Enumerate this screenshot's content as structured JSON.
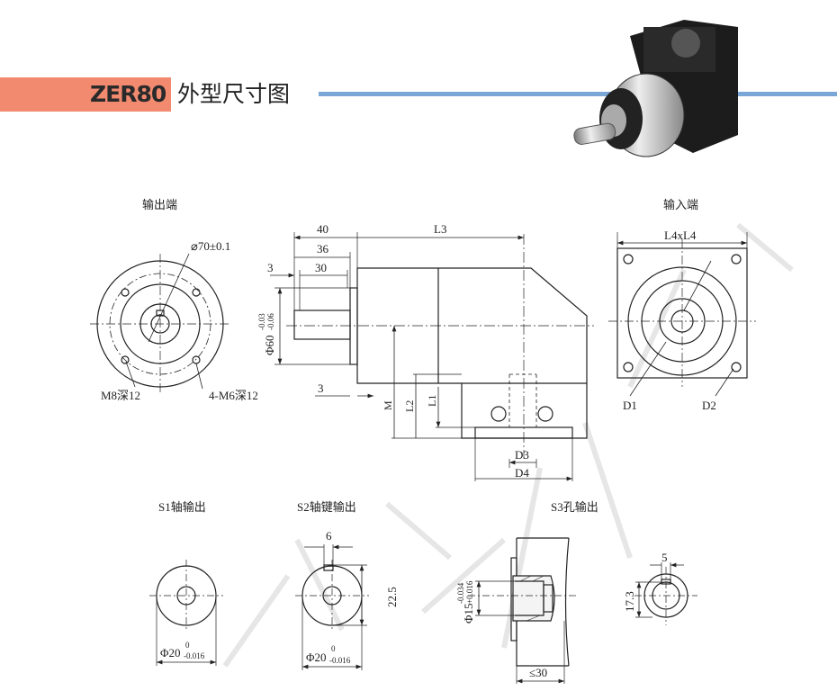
{
  "header": {
    "model": "ZER80",
    "title": "外型尺寸图",
    "accent_color": "#f28a70",
    "rule_color": "#7aa6d8"
  },
  "views": {
    "output_end": {
      "label": "输出端",
      "bolt_circle": "⌀70±0.1",
      "thread_left": "M8深12",
      "thread_right": "4-M6深12"
    },
    "side": {
      "d40": "40",
      "d36": "36",
      "d30": "30",
      "d3_top": "3",
      "d3_bottom": "3",
      "L3": "L3",
      "phi60": "Φ60",
      "phi60_tol_upper": "-0.03",
      "phi60_tol_lower": "-0.06",
      "M": "M",
      "L2": "L2",
      "L1": "L1",
      "D3": "D3",
      "D4": "D4"
    },
    "input_end": {
      "label": "输入端",
      "square": "L4xL4",
      "D1": "D1",
      "D2": "D2"
    },
    "s1": {
      "label": "S1轴输出",
      "dia": "Φ20",
      "tol_upper": "0",
      "tol_lower": "-0.016"
    },
    "s2": {
      "label": "S2轴键输出",
      "key_width": "6",
      "height": "22.5",
      "dia": "Φ20",
      "tol_upper": "0",
      "tol_lower": "-0.016"
    },
    "s3": {
      "label": "S3孔输出",
      "dia": "Φ15",
      "tol_upper": "-0.034",
      "tol_lower": "+0.016",
      "depth": "≤30",
      "key_width": "5",
      "key_height": "17.3"
    }
  },
  "product_image": {
    "icon": "gearbox-photo"
  }
}
